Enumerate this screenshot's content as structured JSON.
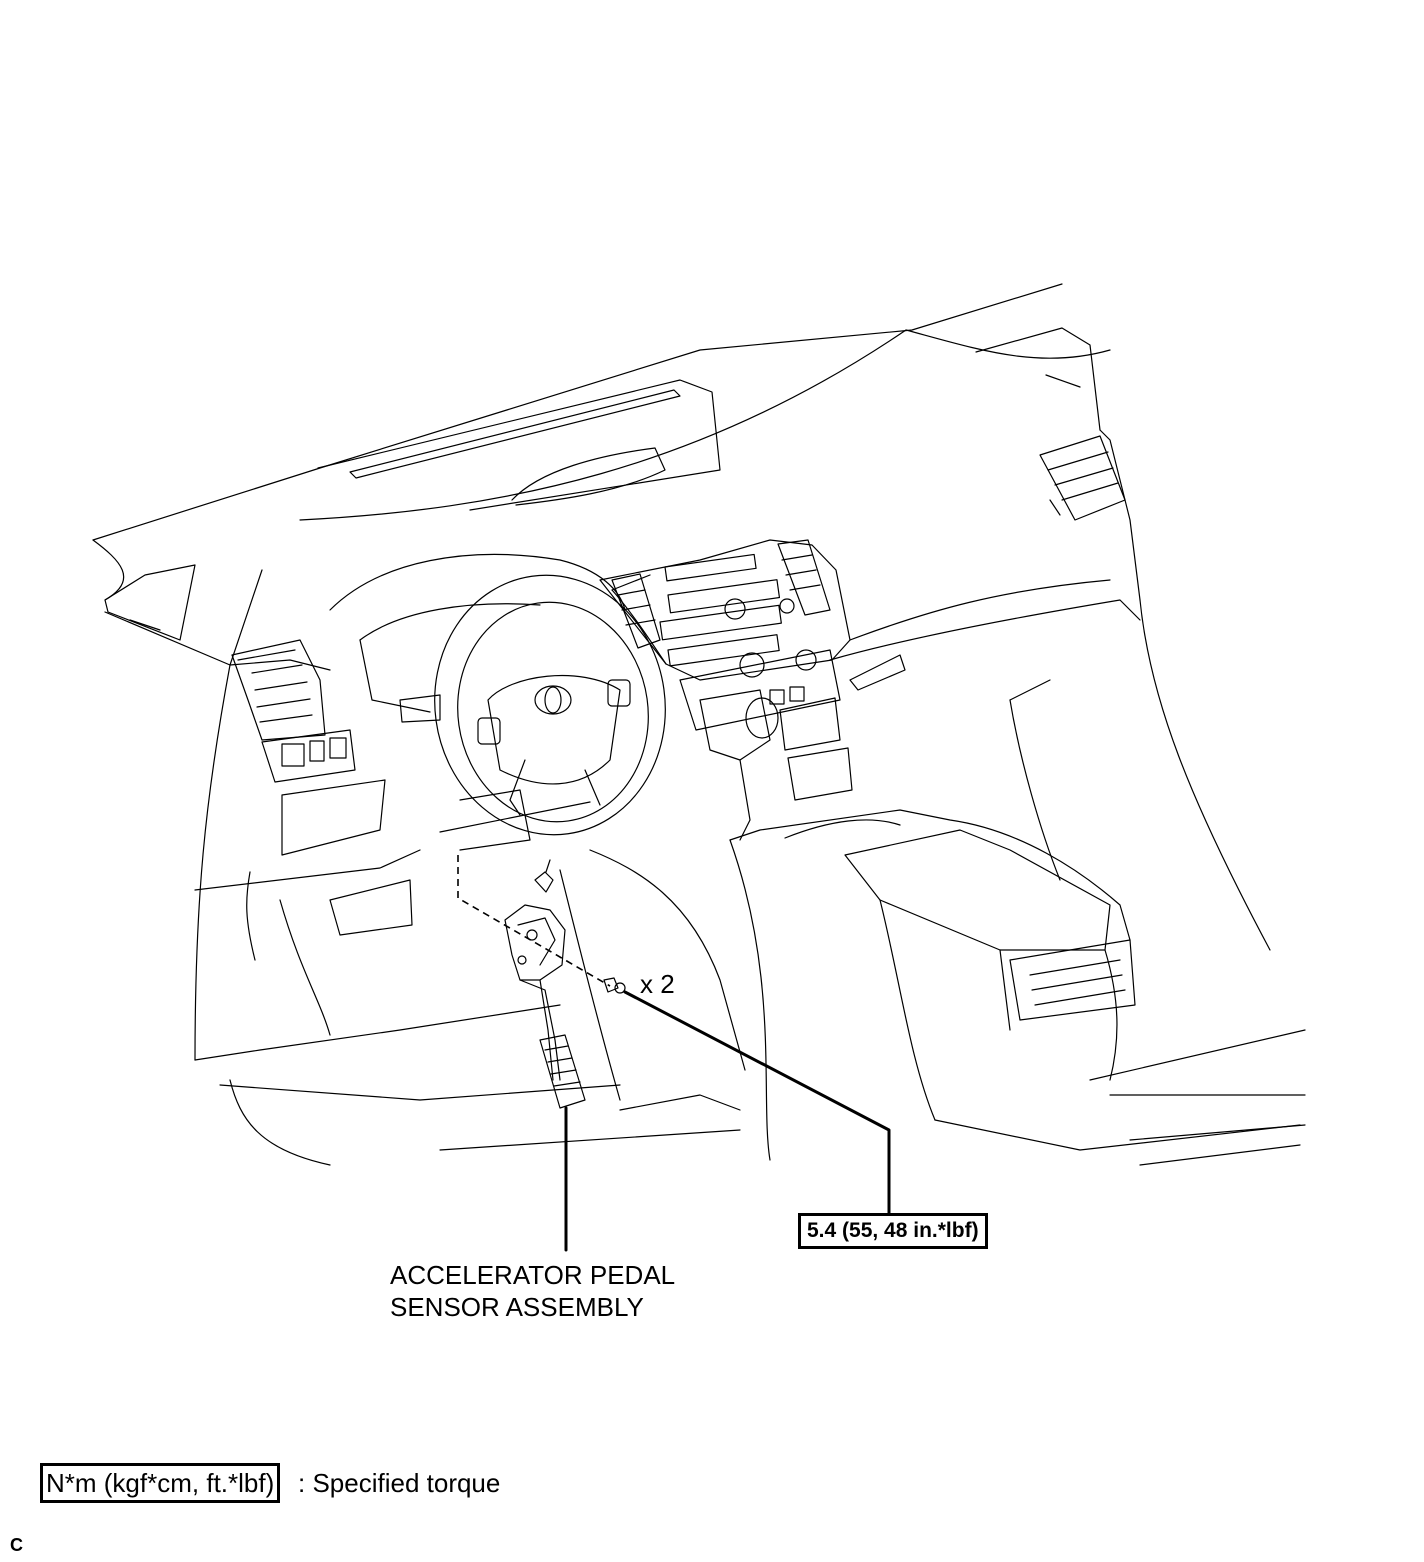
{
  "diagram": {
    "part_label_line1": "ACCELERATOR PEDAL",
    "part_label_line2": "SENSOR ASSEMBLY",
    "bolt_quantity": "x 2",
    "torque_value": "5.4 (55, 48 in.*lbf)"
  },
  "legend": {
    "torque_units": "N*m (kgf*cm, ft.*lbf)",
    "torque_meaning": ": Specified torque"
  },
  "corner_code": "C",
  "icons": {
    "steering_wheel_logo": "toyota-logo-icon",
    "bolt": "bolt-icon"
  }
}
